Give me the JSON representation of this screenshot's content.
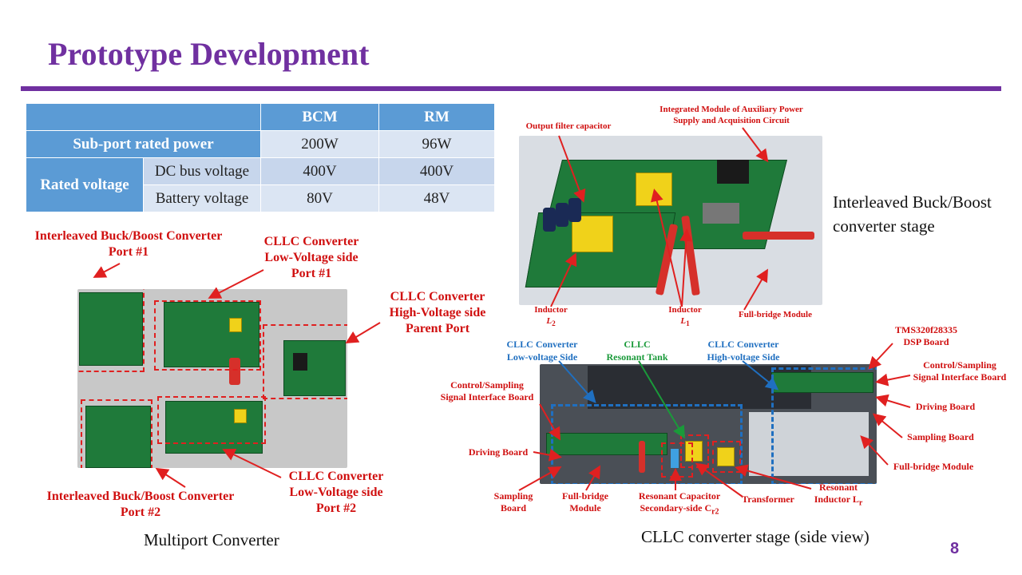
{
  "slide": {
    "title": "Prototype Development",
    "page_number": "8",
    "accent_color": "#7030a0"
  },
  "table": {
    "col_headers": [
      "BCM",
      "RM"
    ],
    "row1": {
      "label": "Sub-port  rated power",
      "bcm": "200W",
      "rm": "96W"
    },
    "group_label": "Rated voltage",
    "row2": {
      "label": "DC bus voltage",
      "bcm": "400V",
      "rm": "400V"
    },
    "row3": {
      "label": "Battery voltage",
      "bcm": "80V",
      "rm": "48V"
    },
    "header_color": "#5b9bd5"
  },
  "multiport": {
    "caption": "Multiport Converter",
    "labels": {
      "buckboost1_l1": "Interleaved Buck/Boost Converter",
      "buckboost1_l2": "Port #1",
      "cllc_lv1_l1": "CLLC Converter",
      "cllc_lv1_l2": "Low-Voltage side",
      "cllc_lv1_l3": "Port #1",
      "cllc_hv_l1": "CLLC Converter",
      "cllc_hv_l2": "High-Voltage side",
      "cllc_hv_l3": "Parent Port",
      "buckboost2_l1": "Interleaved Buck/Boost Converter",
      "buckboost2_l2": "Port #2",
      "cllc_lv2_l1": "CLLC Converter",
      "cllc_lv2_l2": "Low-Voltage side",
      "cllc_lv2_l3": "Port #2"
    }
  },
  "buckboost_photo": {
    "caption_l1": "Interleaved Buck/Boost",
    "caption_l2": "converter stage",
    "labels": {
      "aux_l1": "Integrated Module of Auxiliary Power",
      "aux_l2": "Supply and Acquisition Circuit",
      "output_cap": "Output filter capacitor",
      "inductor2": "Inductor",
      "inductor2_sym": "L",
      "inductor2_sub": "2",
      "inductor1": "Inductor",
      "inductor1_sym": "L",
      "inductor1_sub": "1",
      "fullbridge": "Full-bridge Module"
    }
  },
  "cllc_photo": {
    "caption": "CLLC converter stage (side view)",
    "labels": {
      "lv_side_l1": "CLLC Converter",
      "lv_side_l2": "Low-voltage Side",
      "tank_l1": "CLLC",
      "tank_l2": "Resonant Tank",
      "hv_side_l1": "CLLC Converter",
      "hv_side_l2": "High-voltage Side",
      "dsp_l1": "TMS320f28335",
      "dsp_l2": "DSP Board",
      "ctrl_right_l1": "Control/Sampling",
      "ctrl_right_l2": "Signal Interface Board",
      "driving_right": "Driving Board",
      "sampling_right": "Sampling Board",
      "fullbridge_right": "Full-bridge Module",
      "ctrl_left_l1": "Control/Sampling",
      "ctrl_left_l2": "Signal Interface Board",
      "driving_left": "Driving Board",
      "sampling_left_l1": "Sampling",
      "sampling_left_l2": "Board",
      "fb_left_l1": "Full-bridge",
      "fb_left_l2": "Module",
      "rescap_l1": "Resonant Capacitor",
      "rescap_l2": "Secondary-side C",
      "rescap_sub": "r2",
      "transformer": "Transformer",
      "resind_l1": "Resonant",
      "resind_l2": "Inductor L",
      "resind_sub": "r"
    }
  }
}
